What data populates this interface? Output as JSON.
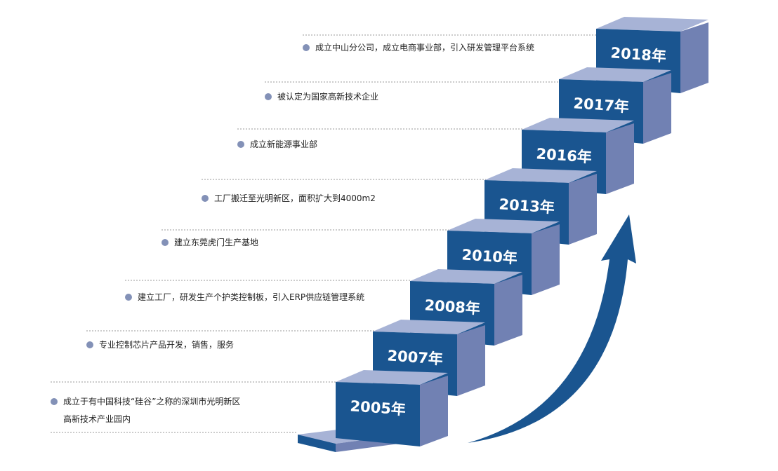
{
  "timeline": [
    {
      "year": "2005年",
      "lines": [
        "成立于有中国科技“硅谷”之称的深圳市光明新区",
        "高新技术产业园内"
      ]
    },
    {
      "year": "2007年",
      "lines": [
        "专业控制芯片产品开发，销售，服务"
      ]
    },
    {
      "year": "2008年",
      "lines": [
        "建立工厂，研发生产个护类控制板，引入ERP供应链管理系统"
      ]
    },
    {
      "year": "2010年",
      "lines": [
        "建立东莞虎门生产基地"
      ]
    },
    {
      "year": "2013年",
      "lines": [
        "工厂搬迁至光明新区，面积扩大到4000m2"
      ]
    },
    {
      "year": "2016年",
      "lines": [
        "成立新能源事业部"
      ]
    },
    {
      "year": "2017年",
      "lines": [
        "被认定为国家高新技术企业"
      ]
    },
    {
      "year": "2018年",
      "lines": [
        "成立中山分公司，成立电商事业部，引入研发管理平台系统"
      ]
    }
  ],
  "colors": {
    "riser": "#1a5590",
    "tread": "#a7b3d6",
    "side": "#7181b3",
    "bullet": "#8391b7",
    "arrow": "#1a5590",
    "dotted_line": "#9a9a9a"
  }
}
